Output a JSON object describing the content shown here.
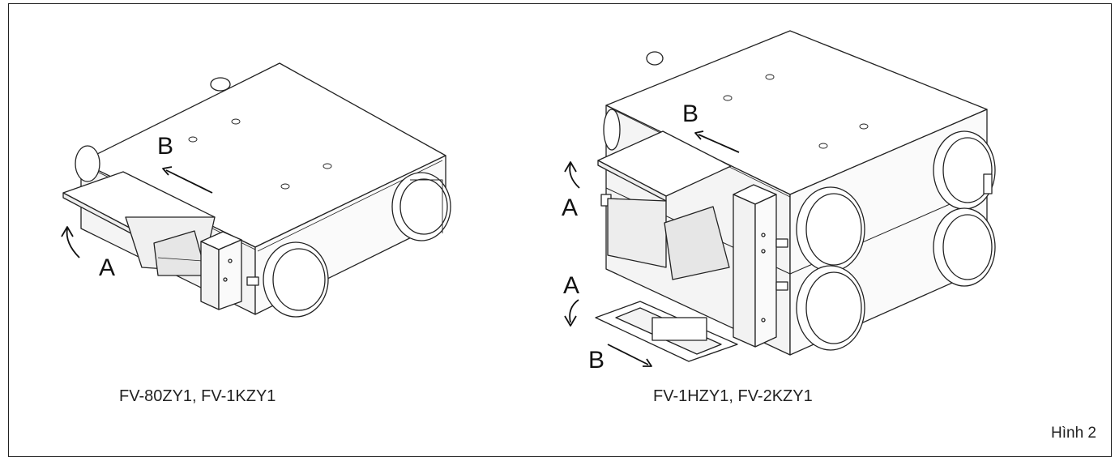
{
  "captions": {
    "left": "FV-80ZY1, FV-1KZY1",
    "right": "FV-1HZY1, FV-2KZY1",
    "figure": "Hình 2"
  },
  "labels": {
    "left_a": "A",
    "left_b": "B",
    "right_a_top": "A",
    "right_a_bottom": "A",
    "right_b_top": "B",
    "right_b_bottom": "B"
  }
}
